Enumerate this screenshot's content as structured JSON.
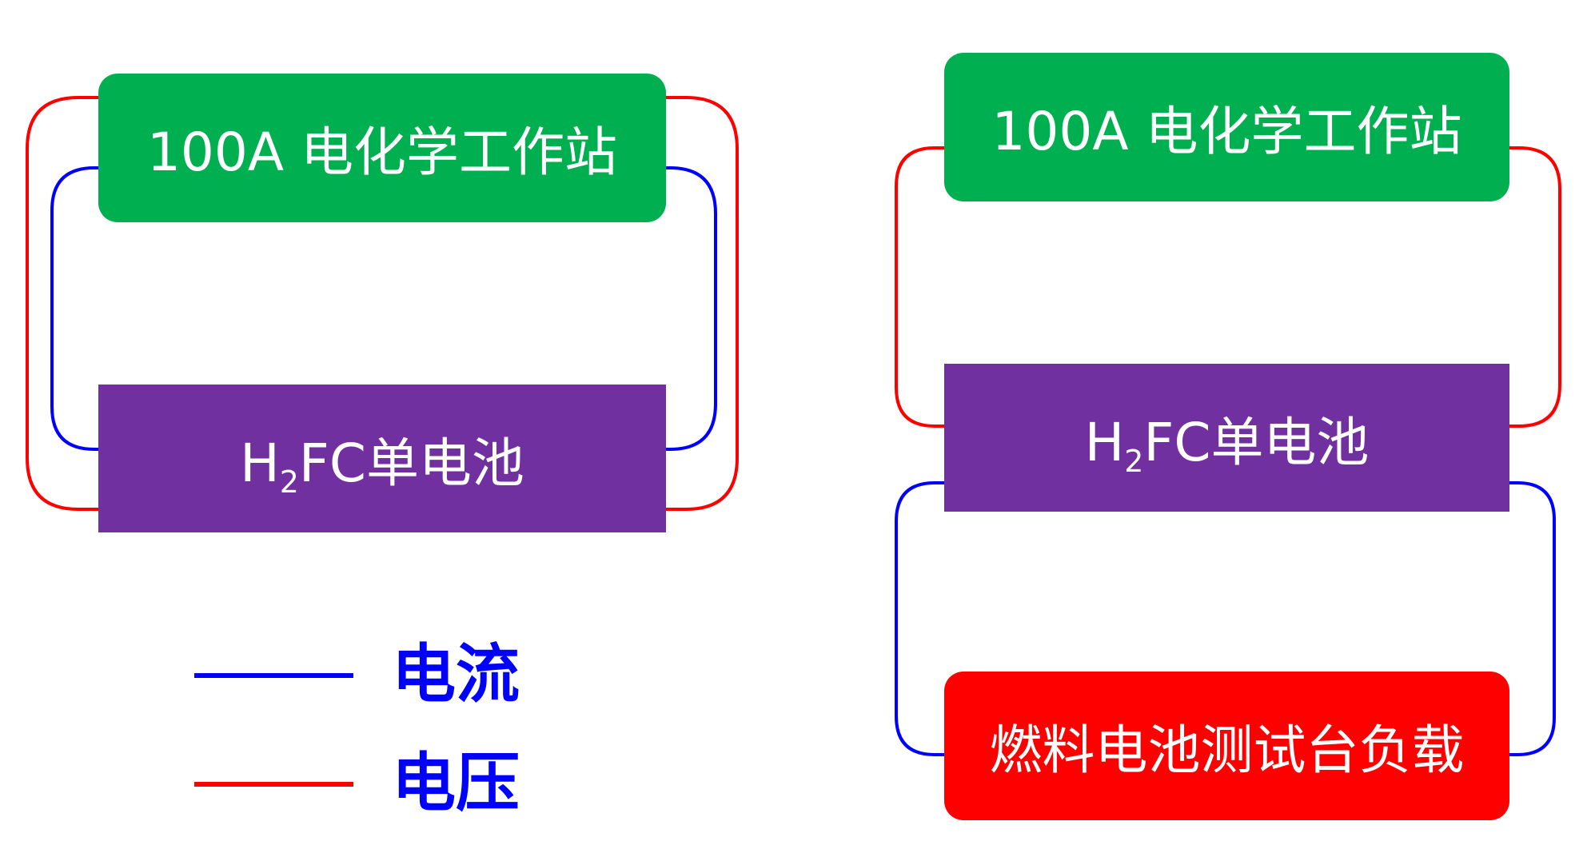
{
  "colors": {
    "current": "#0000ff",
    "voltage": "#ff0000",
    "workstation_box": "#00b050",
    "cell_box": "#7030a0",
    "load_box": "#ff0000",
    "legend_text": "#0000ff"
  },
  "left_diagram": {
    "workstation_label": "100A 电化学工作站",
    "cell_label_prefix": "H",
    "cell_label_subscript": "2",
    "cell_label_suffix": "FC单电池"
  },
  "right_diagram": {
    "workstation_label": "100A 电化学工作站",
    "cell_label_prefix": "H",
    "cell_label_subscript": "2",
    "cell_label_suffix": "FC单电池",
    "load_label": "燃料电池测试台负载"
  },
  "legend": {
    "current_label": "电流",
    "voltage_label": "电压"
  }
}
